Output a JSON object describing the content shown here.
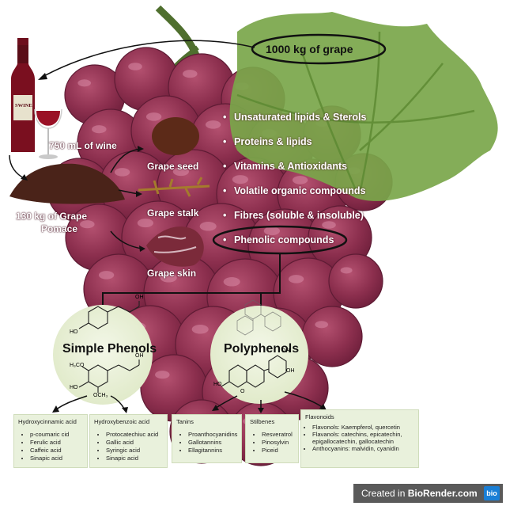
{
  "top": {
    "grape_mass": "1000 kg of grape"
  },
  "bottle": {
    "label": "SWINE",
    "wine_volume": "750 mL of wine"
  },
  "pomace": {
    "line1": "130 kg of Grape",
    "line2": "Pomace"
  },
  "parts": {
    "seed": "Grape seed",
    "stalk": "Grape stalk",
    "skin": "Grape skin"
  },
  "components": [
    "Unsaturated lipids & Sterols",
    "Proteins & lipids",
    "Vitamins & Antioxidants",
    "Volatile organic compounds",
    "Fibres (soluble & insoluble)",
    "Phenolic compounds"
  ],
  "circles": {
    "simple": "Simple Phenols",
    "poly": "Polyphenols"
  },
  "molecule_labels": {
    "oh": "OH",
    "ho": "HO",
    "h3co": "H₃CO",
    "och3": "OCH₃",
    "o": "O"
  },
  "boxes": {
    "hca": {
      "title": "Hydroxycinnamic acid",
      "items": [
        "p-coumaric cid",
        "Ferulic acid",
        "Caffeic acid",
        "Sinapic acid"
      ]
    },
    "hba": {
      "title": "Hydroxybenzoic acid",
      "items": [
        "Protocatechiuc acid",
        "Gallic acid",
        "Syringic acid",
        "Sinapic acid"
      ]
    },
    "tan": {
      "title": "Tanins",
      "items": [
        "Proanthocyanidins",
        "Gallotannins",
        "Ellagitannins"
      ]
    },
    "stil": {
      "title": "Stilbenes",
      "items": [
        "Resveratrol",
        "Pinosylvin",
        "Piceid"
      ]
    },
    "flav": {
      "title": "Flavonoids",
      "items": [
        "Flavonols: Kaempferol, quercetin",
        "Flavanols: catechins, epicatechin, epigallocatechin, gallocatechin",
        "Anthocyanins: malvidin, cyanidin"
      ]
    }
  },
  "footer": {
    "prefix": "Created in ",
    "brand": "BioRender.com",
    "logo": "bio"
  }
}
